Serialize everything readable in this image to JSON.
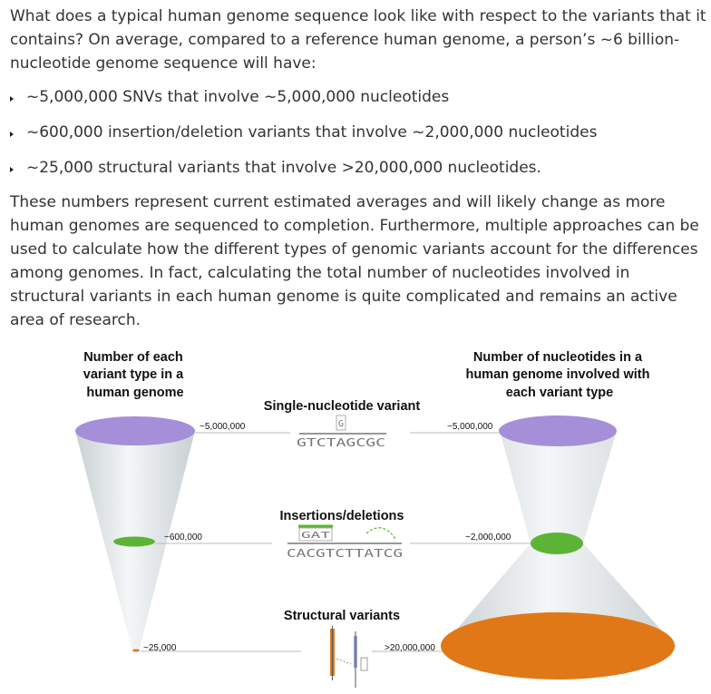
{
  "intro": "What does a typical human genome sequence look like with respect to the variants that it contains? On average, compared to a reference human genome, a person’s ~6 billion-nucleotide genome sequence will have:",
  "bullets": [
    "~5,000,000 SNVs that involve ~5,000,000 nucleotides",
    "~600,000 insertion/deletion variants that involve ~2,000,000 nucleotides",
    "~25,000 structural variants that involve >20,000,000 nucleotides."
  ],
  "outro": "These numbers represent current estimated averages and will likely change as more human genomes are sequenced to completion. Furthermore, multiple approaches can be used to calculate how the different types of genomic variants account for the differences among genomes. In fact, calculating the total number of nucleotides involved in structural variants in each human genome is quite complicated and remains an active area of research.",
  "figure": {
    "left_title": [
      "Number of each",
      "variant type in a",
      "human genome"
    ],
    "right_title": [
      "Number of nucleotides in a",
      "human genome involved with",
      "each variant type"
    ],
    "snv_title": "Single-nucleotide variant",
    "snv_seq": "GTCTAGCGC",
    "snv_alt": "G",
    "indel_title": "Insertions/deletions",
    "indel_ins": "GAT",
    "indel_seq": "CACGTCTTATCG",
    "sv_title": "Structural variants",
    "left_labels": [
      "~5,000,000",
      "~600,000",
      "~25,000"
    ],
    "right_labels": [
      "~5,000,000",
      "~2,000,000",
      ">20,000,000"
    ],
    "colors": {
      "purple": "#a48fd8",
      "green": "#5db336",
      "orange": "#e07818",
      "cone": "#dfe4e6"
    }
  }
}
